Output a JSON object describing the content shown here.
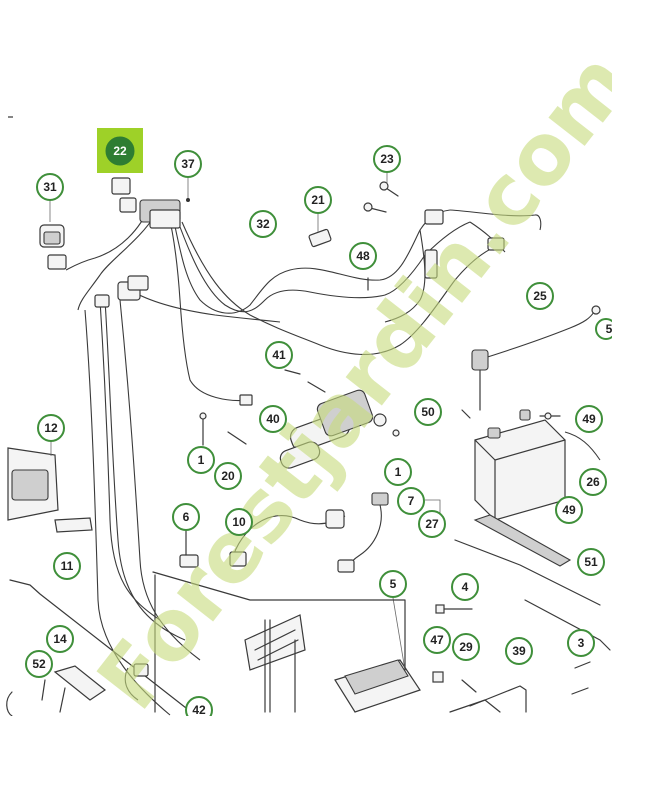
{
  "watermark": "Forestjardin.com",
  "highlighted_callout": "22",
  "callouts": [
    {
      "id": "c22",
      "label": "22"
    },
    {
      "id": "c37",
      "label": "37"
    },
    {
      "id": "c31",
      "label": "31"
    },
    {
      "id": "c23",
      "label": "23"
    },
    {
      "id": "c21",
      "label": "21"
    },
    {
      "id": "c32",
      "label": "32"
    },
    {
      "id": "c48",
      "label": "48"
    },
    {
      "id": "c25",
      "label": "25"
    },
    {
      "id": "c41",
      "label": "41"
    },
    {
      "id": "c40",
      "label": "40"
    },
    {
      "id": "c50",
      "label": "50"
    },
    {
      "id": "c49a",
      "label": "49"
    },
    {
      "id": "c12",
      "label": "12"
    },
    {
      "id": "c1a",
      "label": "1"
    },
    {
      "id": "c20",
      "label": "20"
    },
    {
      "id": "c1b",
      "label": "1"
    },
    {
      "id": "c26",
      "label": "26"
    },
    {
      "id": "c7",
      "label": "7"
    },
    {
      "id": "c49b",
      "label": "49"
    },
    {
      "id": "c6",
      "label": "6"
    },
    {
      "id": "c10",
      "label": "10"
    },
    {
      "id": "c27",
      "label": "27"
    },
    {
      "id": "c11",
      "label": "11"
    },
    {
      "id": "c51",
      "label": "51"
    },
    {
      "id": "c5",
      "label": "5"
    },
    {
      "id": "c4",
      "label": "4"
    },
    {
      "id": "c14",
      "label": "14"
    },
    {
      "id": "c47",
      "label": "47"
    },
    {
      "id": "c29",
      "label": "29"
    },
    {
      "id": "c39",
      "label": "39"
    },
    {
      "id": "c3",
      "label": "3"
    },
    {
      "id": "c52",
      "label": "52"
    },
    {
      "id": "c42",
      "label": "42"
    },
    {
      "id": "c5b",
      "label": "5"
    }
  ]
}
